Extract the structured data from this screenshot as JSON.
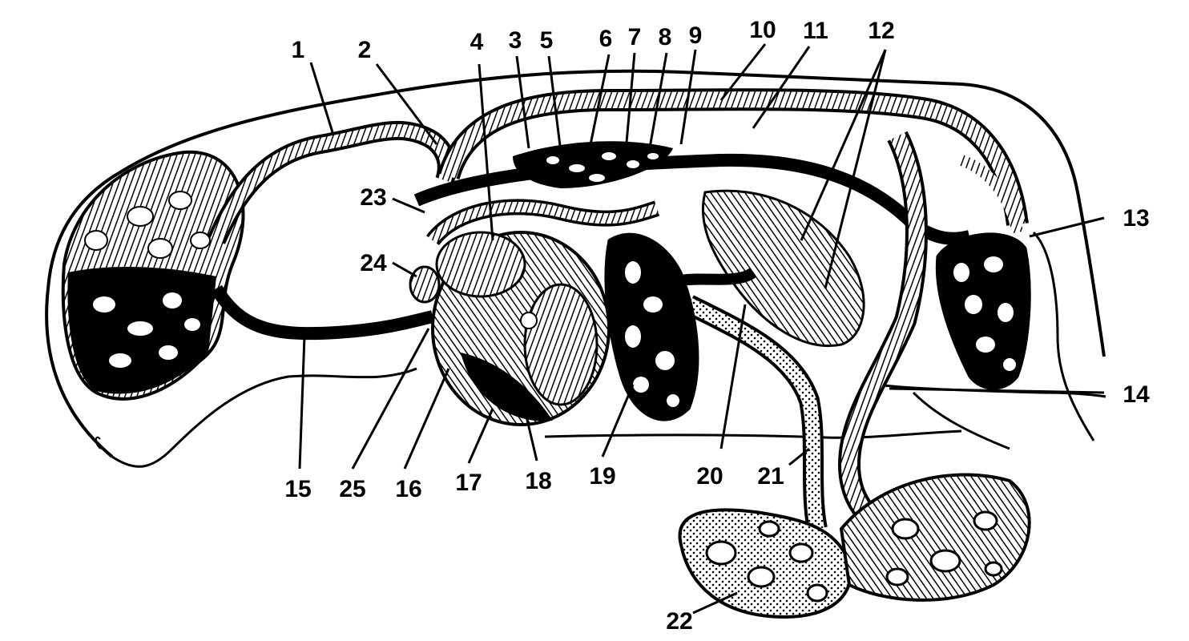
{
  "figure": {
    "labels": [
      "1",
      "2",
      "3",
      "4",
      "5",
      "6",
      "7",
      "8",
      "9",
      "10",
      "11",
      "12",
      "13",
      "14",
      "15",
      "16",
      "17",
      "18",
      "19",
      "20",
      "21",
      "22",
      "23",
      "24",
      "25"
    ]
  },
  "colors": {
    "ink": "#000000",
    "paper": "#ffffff"
  }
}
